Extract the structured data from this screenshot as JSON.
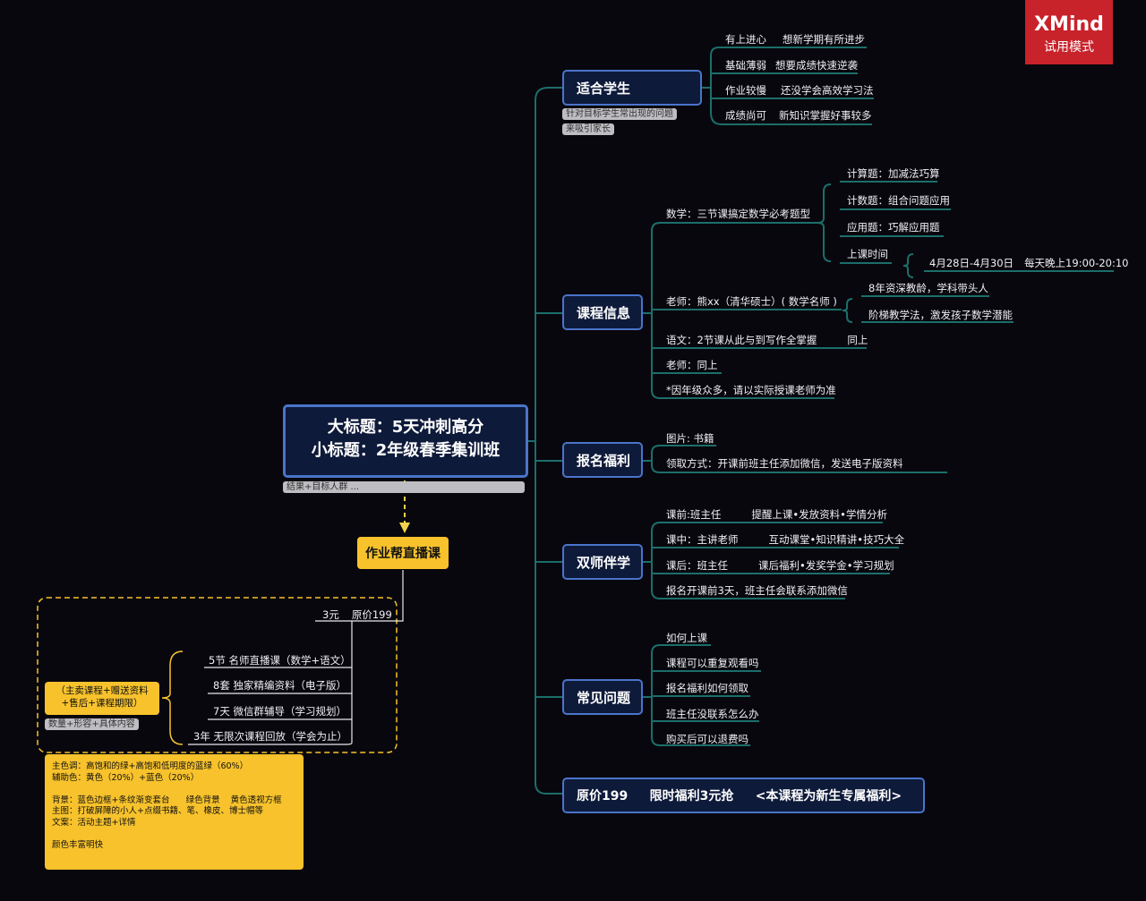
{
  "watermark": {
    "brand": "XMind",
    "mode": "试用模式"
  },
  "central": {
    "line1": "大标题：5天冲刺高分",
    "line2": "小标题：2年级春季集训班",
    "note": "结果+目标人群 ..."
  },
  "branches": {
    "students": {
      "title": "适合学生",
      "note1": "针对目标学生常出现的问题",
      "note2": "来吸引家长",
      "items": [
        {
          "a": "有上进心",
          "b": "想新学期有所进步"
        },
        {
          "a": "基础薄弱",
          "b": "想要成绩快速逆袭"
        },
        {
          "a": "作业较慢",
          "b": "还没学会高效学习法"
        },
        {
          "a": "成绩尚可",
          "b": "新知识掌握好事较多"
        }
      ]
    },
    "course": {
      "title": "课程信息",
      "math": "数学：三节课搞定数学必考题型",
      "math_items": [
        "计算题：加减法巧算",
        "计数题：组合问题应用",
        "应用题：巧解应用题"
      ],
      "time_label": "上课时间",
      "time_value": "4月28日-4月30日",
      "time_daily": "每天晚上19:00-20:10",
      "teacher": "老师：熊xx（清华硕士）( 数学名师 )",
      "teacher_items": [
        "8年资深教龄，学科带头人",
        "阶梯教学法，激发孩子数学潜能"
      ],
      "chinese": "语文：2节课从此与到写作全掌握",
      "chinese_same": "同上",
      "teacher2": "老师：同上",
      "grade_note": "*因年级众多，请以实际授课老师为准"
    },
    "welfare": {
      "title": "报名福利",
      "items": [
        "图片: 书籍",
        "领取方式：开课前班主任添加微信，发送电子版资料"
      ]
    },
    "dual": {
      "title": "双师伴学",
      "items": [
        {
          "a": "课前:班主任",
          "b": "提醒上课•发放资料•学情分析"
        },
        {
          "a": "课中：主讲老师",
          "b": "互动课堂•知识精讲•技巧大全"
        },
        {
          "a": "课后：班主任",
          "b": "课后福利•发奖学金•学习规划"
        },
        {
          "a": "报名开课前3天，班主任会联系添加微信",
          "b": ""
        }
      ]
    },
    "faq": {
      "title": "常见问题",
      "items": [
        "如何上课",
        "课程可以重复观看吗",
        "报名福利如何领取",
        "班主任没联系怎么办",
        "购买后可以退费吗"
      ]
    },
    "price": {
      "title": "原价199     限时福利3元抢     <本课程为新生专属福利>"
    }
  },
  "live": {
    "title": "作业帮直播课",
    "price_now": "3元",
    "price_orig": "原价199",
    "items": [
      "5节 名师直播课（数学+语文）",
      "8套 独家精编资料（电子版）",
      "7天 微信群辅导（学习规划）",
      "3年 无限次课程回放（学会为止）"
    ],
    "summary": "（主卖课程+赠送资料+售后+课程期限）",
    "summary_note": "数量+形容+具体内容"
  },
  "design_note": [
    "主色调：高饱和的绿+高饱和低明度的蓝绿（60%）",
    "辅助色：黄色（20%）+蓝色（20%）",
    "",
    "背景：蓝色边框+条纹渐变套台      绿色背景    黄色透视方框",
    "主图：打破屏障的小人+点缀书籍、笔、橡皮、博士帽等",
    "文案：活动主题+详情",
    "",
    "颜色丰富明快"
  ],
  "colors": {
    "background": "#08070d",
    "line": "#1c6e6a",
    "topic_border": "#4a74c9",
    "topic_fill": "#0e1a3a",
    "accent_yellow": "#f7c22c",
    "watermark_red": "#c8222b"
  }
}
